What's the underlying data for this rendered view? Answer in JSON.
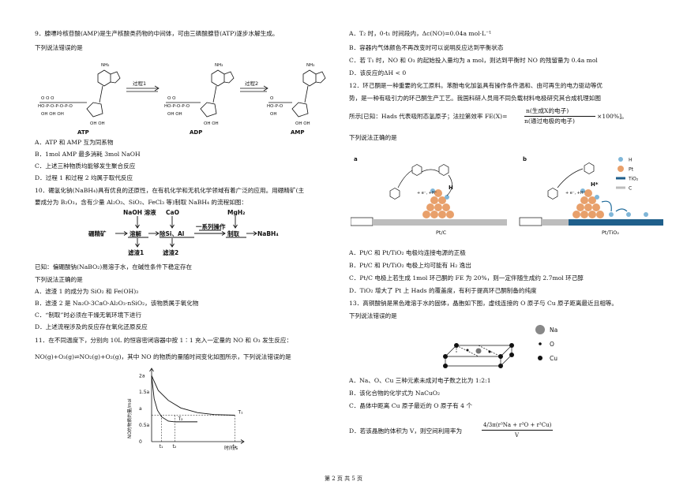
{
  "q9": {
    "stem": "9．腺嘌呤核苷酸(AMP)是生产核酸类药物的中间体，可由三磷酸腺苷(ATP)逐步水解生成。",
    "prompt": "下列说法错误的是",
    "scheme": {
      "process1": "过程1",
      "process2": "过程2",
      "atp": "ATP",
      "adp": "ADP",
      "amp": "AMP"
    },
    "options": [
      "A．ATP 和 AMP 互为同系物",
      "B．1mol AMP 最多消耗 3mol NaOH",
      "C．上述三种物质均能够发生聚合反应",
      "D．过程 1 和过程 2 均属于取代反应"
    ]
  },
  "q10": {
    "stem_1": "10．硼氢化钠(NaBH₄)具有优良的还原性，在有机化学和无机化学领域有着广泛的应用。用硼精矿(主",
    "stem_2": "要成分为 B₂O₃，含有少量 Al₂O₃、SiO₂、FeCl₃ 等)制取 NaBH₄ 的流程如图：",
    "flow": {
      "start": "硼精矿",
      "reagent1": "NaOH 溶液",
      "reagent2": "CaO",
      "reagent3": "MgH₂",
      "step1": "溶解",
      "step2": "除Si、Al",
      "step3": "一系列操作",
      "step4": "制取",
      "product": "NaBH₄",
      "residue1": "滤渣1",
      "residue2": "滤渣2"
    },
    "note": "已知：偏硼酸钠(NaBO₂)易溶于水，在碱性条件下稳定存在",
    "prompt": "下列说法正确的是",
    "options": [
      "A．滤渣 1 的成分为 SiO₂ 和 Fe(OH)₃",
      "B．滤渣 2 是 Na₂O·3CaO·Al₂O₃·nSiO₂，该物质属于氧化物",
      "C．“制取”时必须在干燥无氧环境下进行",
      "D．上述流程涉及的反应存在氧化还原反应"
    ]
  },
  "q11": {
    "stem": "11．在不同温度下，分别向 10L 的恒容密闭容器中按 1∶1 充入一定量的 NO 和 O₃ 发生反应：",
    "equation": "NO(g)+O₃(g)⇌NO₂(g)+O₂(g)，其中 NO 的物质的量随时间变化如图所示，下列说法错误的是",
    "options": [
      "A．T₂ 时，0-t₁ 时间段内，Δc(NO)=0.04a mol·L⁻¹",
      "B．容器内气体颜色不再改变时可以说明反应达到平衡状态",
      "C．若 T₁ 时，NO 和 O₃ 的起始投入量均为 a mol，则达到平衡时 NO 的残留量为 0.4a mol",
      "D．该反应的ΔH < 0"
    ]
  },
  "chart_data": {
    "type": "line",
    "xlabel": "时间/s",
    "ylabel": "NO的物质的量/mol",
    "y_ticks": [
      "2a",
      "1.5a",
      "a",
      "0.5a",
      "0"
    ],
    "x_ticks": [
      "t₁",
      "t₂",
      "t₃"
    ],
    "series": [
      {
        "name": "T₁",
        "x": [
          0,
          0.08,
          0.2,
          0.35,
          0.55,
          0.75,
          1.0
        ],
        "y": [
          2.0,
          1.55,
          1.25,
          1.02,
          0.88,
          0.82,
          0.8
        ]
      },
      {
        "name": "T₂",
        "x": [
          0,
          0.03,
          0.07,
          0.12,
          0.2,
          0.28
        ],
        "y": [
          2.0,
          1.3,
          0.95,
          0.75,
          0.62,
          0.6
        ]
      }
    ],
    "x_range": [
      0,
      1.1
    ],
    "y_range": [
      0,
      2.15
    ]
  },
  "q12": {
    "stem_1": "12．环己酮是一种重要的化工原料。苯酚电化加氢具有操作条件温和、由可再生的电力驱动等优",
    "stem_2": "势，是一种有吸引力的环己酮生产工艺。我国科研人员用不同负载材料电极研究其合成机理如图",
    "stem_3a": "所示[已知：Hads 代表吸附态氢原子；法拉第效率 FE(X)=",
    "frac_num": "n(生成X的电子)",
    "frac_den": "n(通过电极的电子)",
    "stem_3b": "×100%]。",
    "prompt": "下列说法正确的是",
    "figure": {
      "label_a": "a",
      "label_b": "b",
      "caption_a": "Pt/C",
      "caption_b": "Pt/TiO₂",
      "h_label_a": "H",
      "h_label_b": "H*",
      "legend": [
        "H",
        "Pt",
        "TiO₂",
        "C"
      ],
      "electron_label": "+ e⁻, +H⁺"
    },
    "options": [
      "A．Pt/C 和 Pt/TiO₂ 电极均连接电源的正极",
      "B．Pt/C 和 Pt/TiO₂ 电极上均可能有 H₂ 逸出",
      "C．Pt/C 电极上若生成 1mol 环己酮的 FE 为 20%，则一定伴随生成约 2.7mol 环己醇",
      "D．TiO₂ 增大了 Pt 上 Hads 的覆盖度，有利于提高环己酮制备的纯度"
    ]
  },
  "q13": {
    "stem": "13．高铜酸钠是黑色难溶于水的固体，晶胞如下图，虚线连接的 O 原子与 Cu 原子距离最近且相等。",
    "prompt": "下列说法错误的是",
    "legend": [
      "Na",
      "O",
      "Cu"
    ],
    "options": [
      "A．Na、O、Cu 三种元素未成对电子数之比为 1:2:1",
      "B．该化合物的化学式为 NaCuO₂",
      "C．晶体中距离 Cu 原子最近的 O 原子有 4 个",
      "D．若该晶胞的体积为 V，则空间利用率为"
    ],
    "formula_num": "4/3π(r³Na + r³O + r³Cu)",
    "formula_den": "V"
  },
  "footer": "第 2 页  共 5 页",
  "colors": {
    "line": "#111111",
    "blue": "#1e6a9a",
    "pt_orange": "#e8a06b",
    "tio2": "#1f5f8b",
    "carbon": "#bdbdbd"
  }
}
